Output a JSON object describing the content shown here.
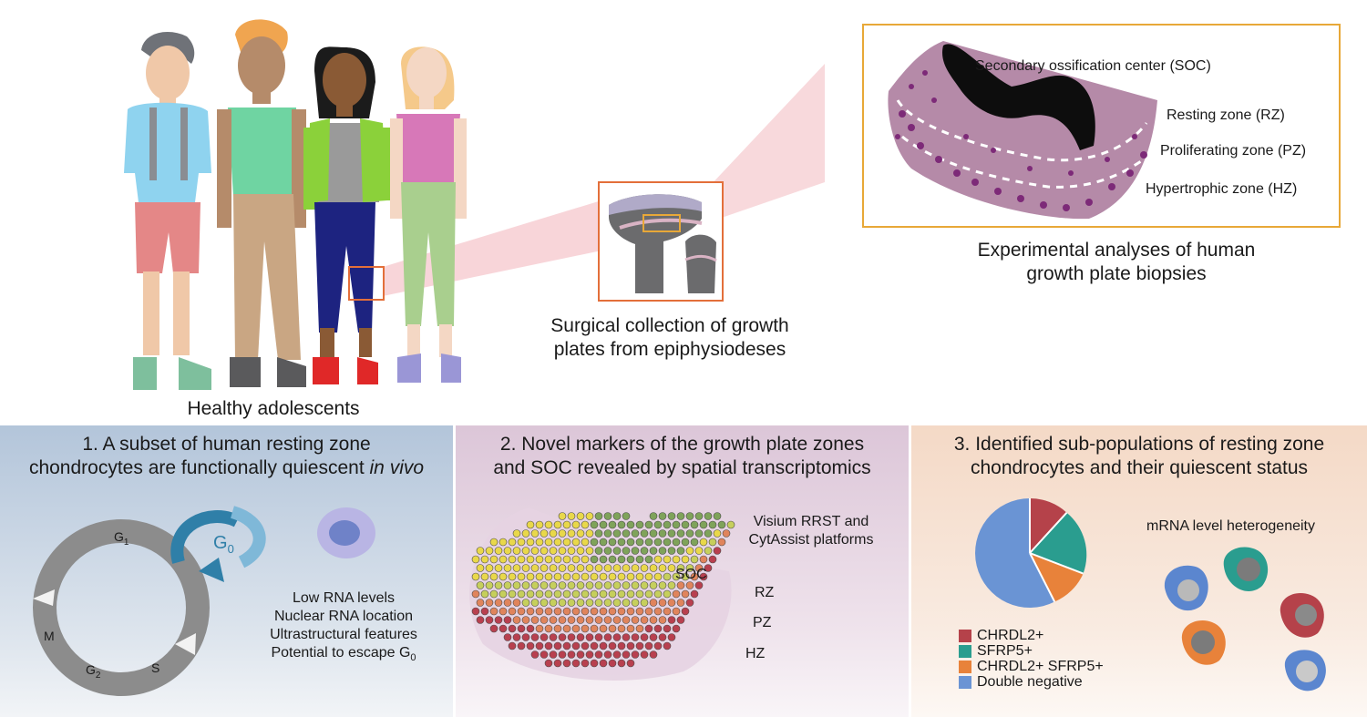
{
  "top": {
    "adolescents_caption": "Healthy adolescents",
    "surgical_caption_line1": "Surgical collection of growth",
    "surgical_caption_line2": "plates from epiphysiodeses",
    "experimental_caption_line1": "Experimental analyses of human",
    "experimental_caption_line2": "growth plate biopsies",
    "histology_labels": {
      "soc": "Secondary ossification center (SOC)",
      "rz": "Resting zone (RZ)",
      "pz": "Proliferating zone (PZ)",
      "hz": "Hypertrophic zone (HZ)"
    }
  },
  "panel1": {
    "title_line1": "1. A subset of human resting zone",
    "title_line2_plain": "chondrocytes are functionally quiescent ",
    "title_line2_italic": "in vivo",
    "cycle": {
      "g0": "G",
      "g0_sub": "0",
      "g1": "G",
      "g1_sub": "1",
      "g2": "G",
      "g2_sub": "2",
      "s": "S",
      "m": "M"
    },
    "features": [
      "Low RNA levels",
      "Nuclear RNA location",
      "Ultrastructural features"
    ],
    "feature_escape": "Potential to escape G",
    "feature_escape_sub": "0"
  },
  "panel2": {
    "title_line1": "2. Novel markers of the growth plate zones",
    "title_line2": "and SOC revealed by spatial transcriptomics",
    "platform_line1": "Visium RRST and",
    "platform_line2": "CytAssist platforms",
    "zones": {
      "soc": "SOC",
      "rz": "RZ",
      "pz": "PZ",
      "hz": "HZ"
    }
  },
  "panel3": {
    "title_line1": "3. Identified sub-populations of resting zone",
    "title_line2": "chondrocytes and their quiescent status",
    "heterogeneity": "mRNA level heterogeneity",
    "legend": [
      {
        "label": "CHRDL2+",
        "color": "#b5424a"
      },
      {
        "label": "SFRP5+",
        "color": "#2a9d8f"
      },
      {
        "label": "CHRDL2+ SFRP5+",
        "color": "#e8823a"
      },
      {
        "label": "Double negative",
        "color": "#6a94d4"
      }
    ]
  },
  "colors": {
    "accent_orange": "#e36f3a",
    "highlight_gold": "#e8a838",
    "panel1_bg": "#b9c9dc",
    "panel2_bg": "#e2cfdf",
    "panel3_bg": "#f5dfd0"
  }
}
